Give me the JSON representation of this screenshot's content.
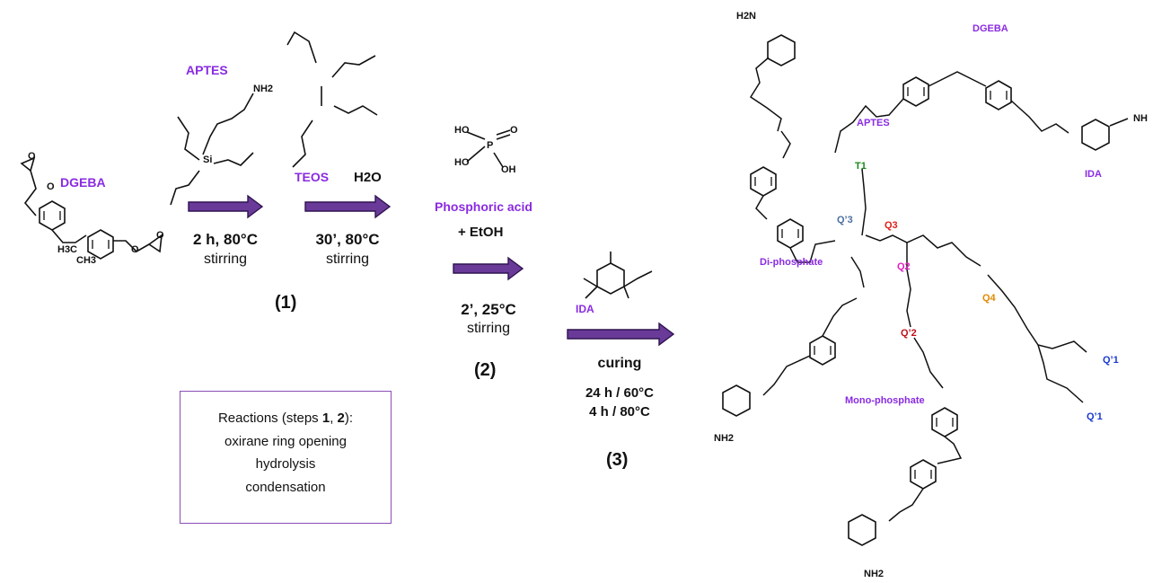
{
  "left": {
    "dgeba": "DGEBA",
    "h3c": "H3C",
    "ch3": "CH3",
    "o1": "O",
    "o2": "O",
    "o3": "O",
    "o4": "O"
  },
  "reagents": {
    "aptes": "APTES",
    "nh2": "NH2",
    "si": "Si",
    "teos": "TEOS",
    "water": "H2O",
    "ho1": "HO",
    "ho2": "HO",
    "oh": "OH",
    "p": "P",
    "po": "O",
    "phosphoric_acid": "Phosphoric acid",
    "etoh": "+ EtOH",
    "ida": "IDA"
  },
  "step1": {
    "time": "2 h, 80°C",
    "mode": "stirring",
    "time2": "30’, 80°C",
    "mode2": "stirring",
    "label": "(1)"
  },
  "step2": {
    "time": "2’, 25°C",
    "mode": "stirring",
    "label": "(2)"
  },
  "step3": {
    "curing": "curing",
    "t1": "24 h / 60°C",
    "t2": "4 h / 80°C",
    "label": "(3)"
  },
  "reactions_box": {
    "line1_prefix": "Reactions (steps ",
    "bold1": "1",
    "sep": ", ",
    "bold2": "2",
    "line1_suffix": "):",
    "line2": "oxirane ring opening",
    "line3": "hydrolysis",
    "line4": "condensation"
  },
  "network": {
    "dgeba": "DGEBA",
    "aptes": "APTES",
    "ida": "IDA",
    "di_phosphate": "Di-phosphate",
    "mono_phosphate": "Mono-phosphate",
    "h2n": "H2N",
    "nh2_bottom": "NH2",
    "nh2_left": "NH2",
    "nh2_right": "NH",
    "t1": "T1",
    "q3": "Q3",
    "q2": "Q2",
    "q4": "Q4",
    "q3p": "Q’3",
    "q2p": "Q’2",
    "q1p_a": "Q’1",
    "q1p_b": "Q’1"
  },
  "colors": {
    "purple": "#8a2be2",
    "arrow_fill": "#6a3a98",
    "arrow_stroke": "#2e1450",
    "t1": "#1a8a1a",
    "q3": "#e0201a",
    "q2": "#e020c0",
    "q4": "#e08a00",
    "q3p": "#4a6fa0",
    "q2p": "#c0101a",
    "q1p": "#1a3ad0"
  }
}
